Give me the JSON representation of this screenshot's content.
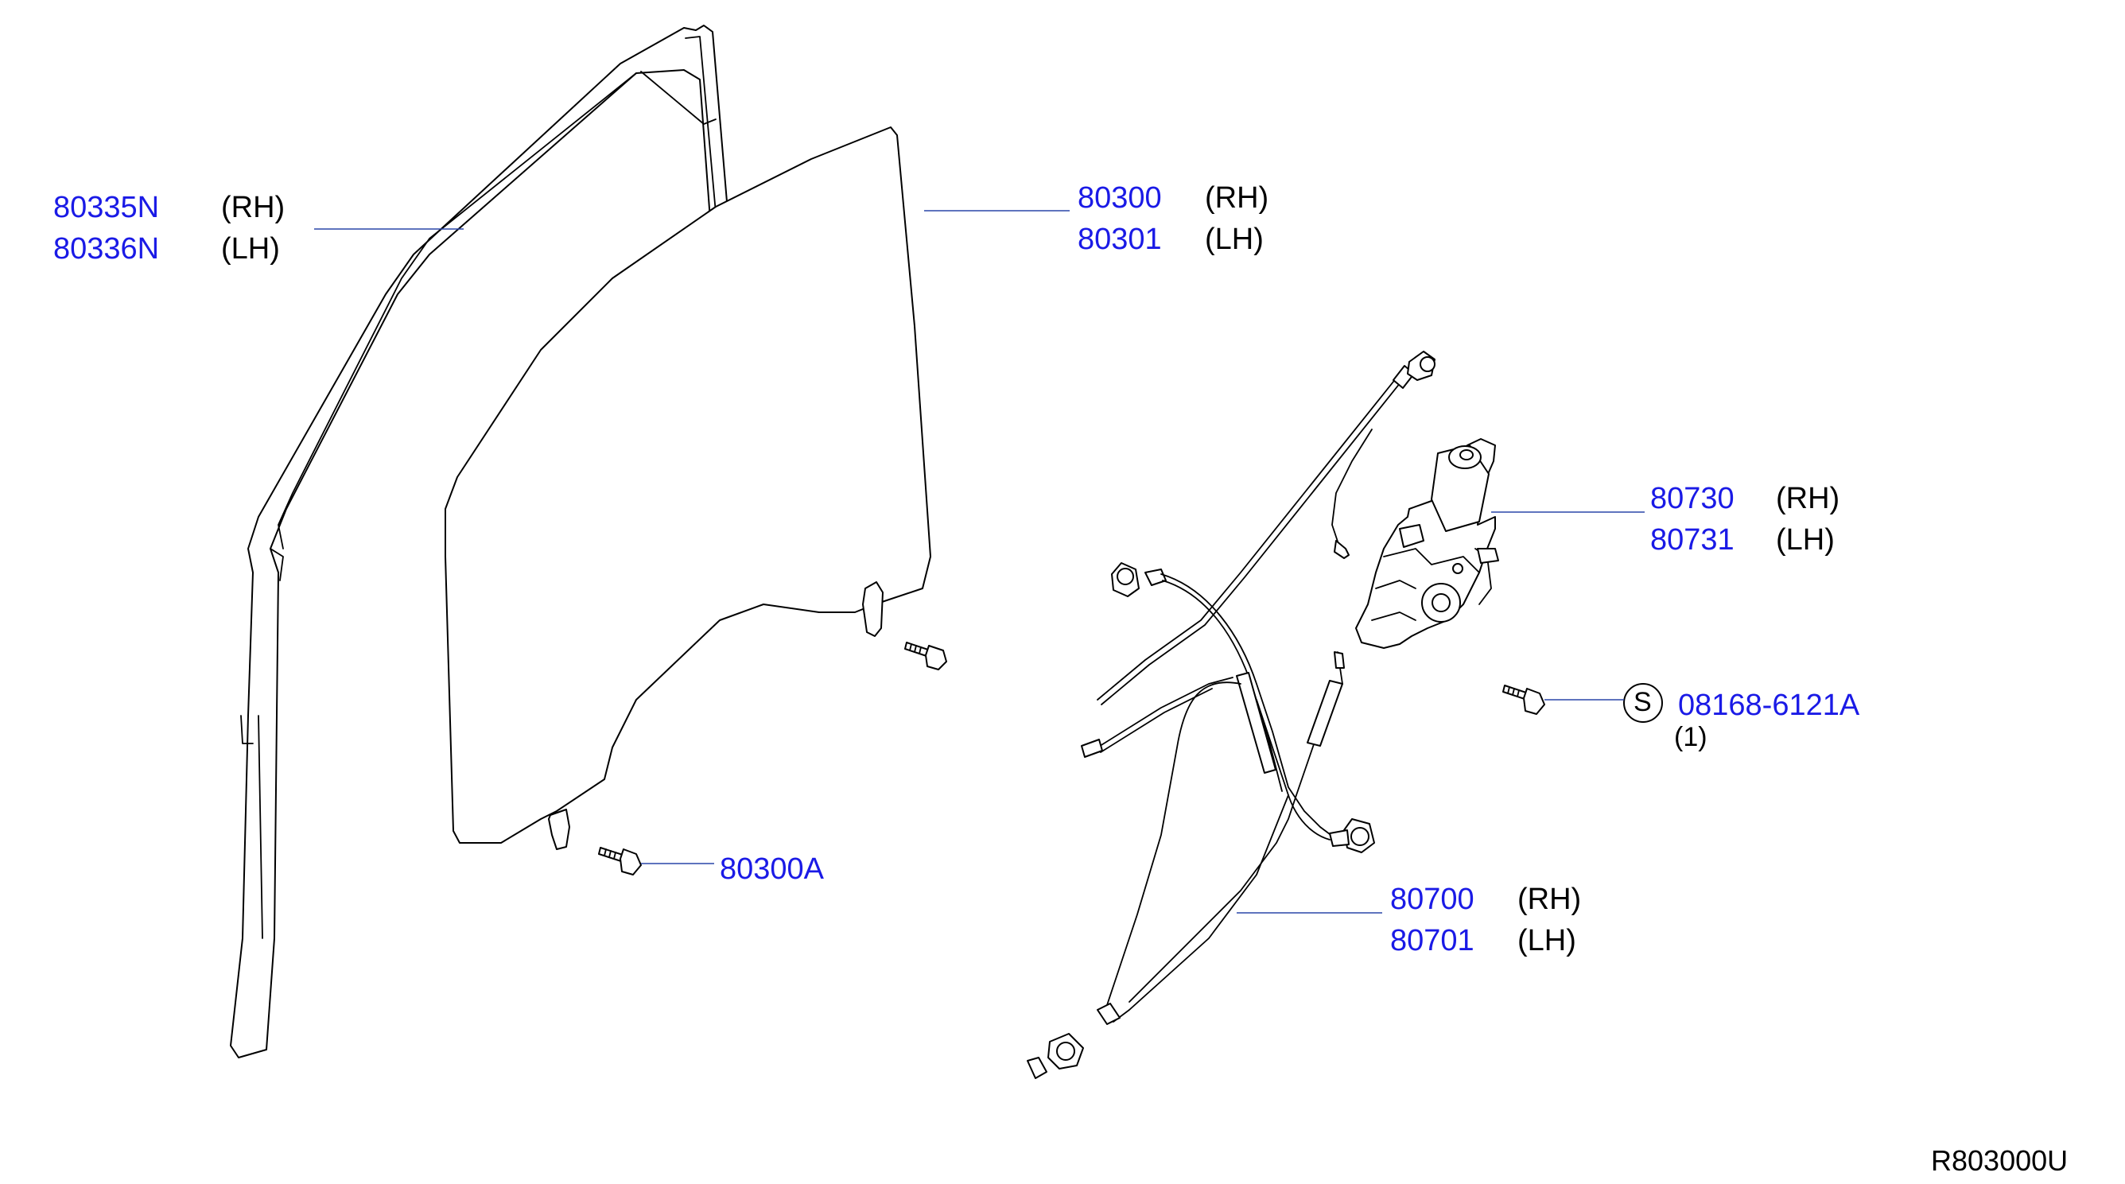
{
  "colors": {
    "part_number": "#1a1ae6",
    "text": "#000000",
    "leader": "#2a47a8",
    "background": "#ffffff"
  },
  "callouts": {
    "sash": {
      "pn_rh": "80335N",
      "pn_lh": "80336N",
      "side_rh": "(RH)",
      "side_lh": "(LH)"
    },
    "glass": {
      "pn_rh": "80300",
      "pn_lh": "80301",
      "side_rh": "(RH)",
      "side_lh": "(LH)"
    },
    "motor": {
      "pn_rh": "80730",
      "pn_lh": "80731",
      "side_rh": "(RH)",
      "side_lh": "(LH)"
    },
    "bolt_std": {
      "symbol": "S",
      "pn": "08168-6121A",
      "qty": "(1)"
    },
    "glass_bolt": {
      "pn": "80300A"
    },
    "regulator": {
      "pn_rh": "80700",
      "pn_lh": "80701",
      "side_rh": "(RH)",
      "side_lh": "(LH)"
    }
  },
  "diagram_ref": "R803000U"
}
